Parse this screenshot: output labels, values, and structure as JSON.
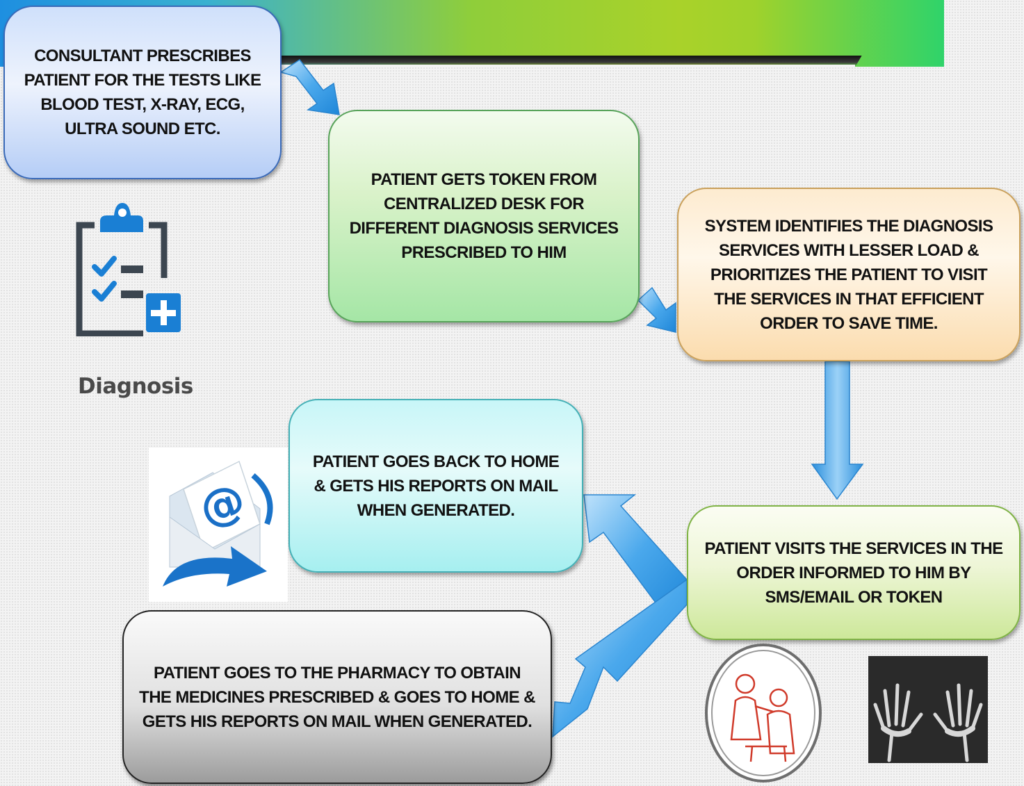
{
  "boxes": {
    "consultant": "CONSULTANT PRESCRIBES PATIENT FOR THE TESTS LIKE BLOOD TEST, X-RAY, ECG, ULTRA SOUND ETC.",
    "token": "PATIENT GETS TOKEN FROM CENTRALIZED DESK FOR DIFFERENT DIAGNOSIS SERVICES PRESCRIBED TO HIM",
    "system": "SYSTEM IDENTIFIES THE DIAGNOSIS SERVICES WITH LESSER LOAD & PRIORITIZES THE PATIENT TO VISIT THE SERVICES IN THAT EFFICIENT ORDER TO SAVE TIME.",
    "visit": "PATIENT VISITS THE SERVICES IN THE ORDER INFORMED TO HIM BY SMS/EMAIL OR TOKEN",
    "home": "PATIENT GOES BACK TO HOME & GETS HIS REPORTS ON MAIL WHEN GENERATED.",
    "pharmacy": "PATIENT GOES TO THE PHARMACY TO OBTAIN THE MEDICINES PRESCRIBED & GOES TO HOME & GETS HIS REPORTS ON MAIL WHEN GENERATED."
  },
  "diagnosis_label": "Diagnosis",
  "icons": {
    "clipboard": "diagnosis-clipboard-icon",
    "mail": "email-icon",
    "consultation": "doctor-patient-icon",
    "xray": "hand-xray-image"
  },
  "colors": {
    "arrow": "#3a9ee6",
    "clipboard_dark": "#3c4650",
    "clipboard_blue": "#1a7fd4"
  }
}
